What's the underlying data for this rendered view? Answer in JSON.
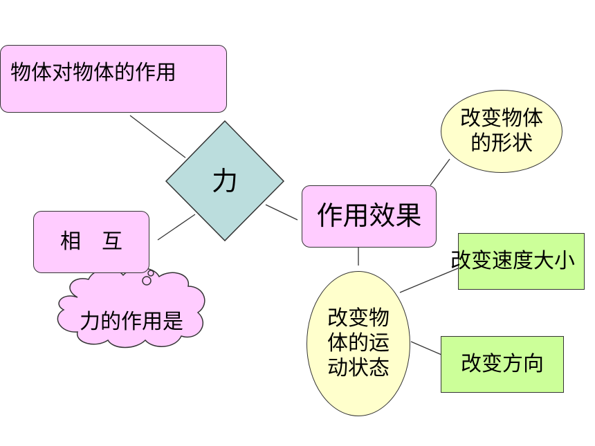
{
  "nodes": {
    "force": "力",
    "definition": "物体对物体的作用",
    "mutual": "相　互",
    "effect": "作用效果",
    "change_shape": "改变物体\n的形状",
    "change_motion": "改变物\n体的运\n动状态",
    "change_speed": "改变速度大小",
    "change_direction": "改变方向"
  },
  "callout": "力的作用是",
  "colors": {
    "pink": "#ffccff",
    "diamond": "#bbdddd",
    "ellipse": "#ffffcc",
    "green": "#ccff99"
  }
}
